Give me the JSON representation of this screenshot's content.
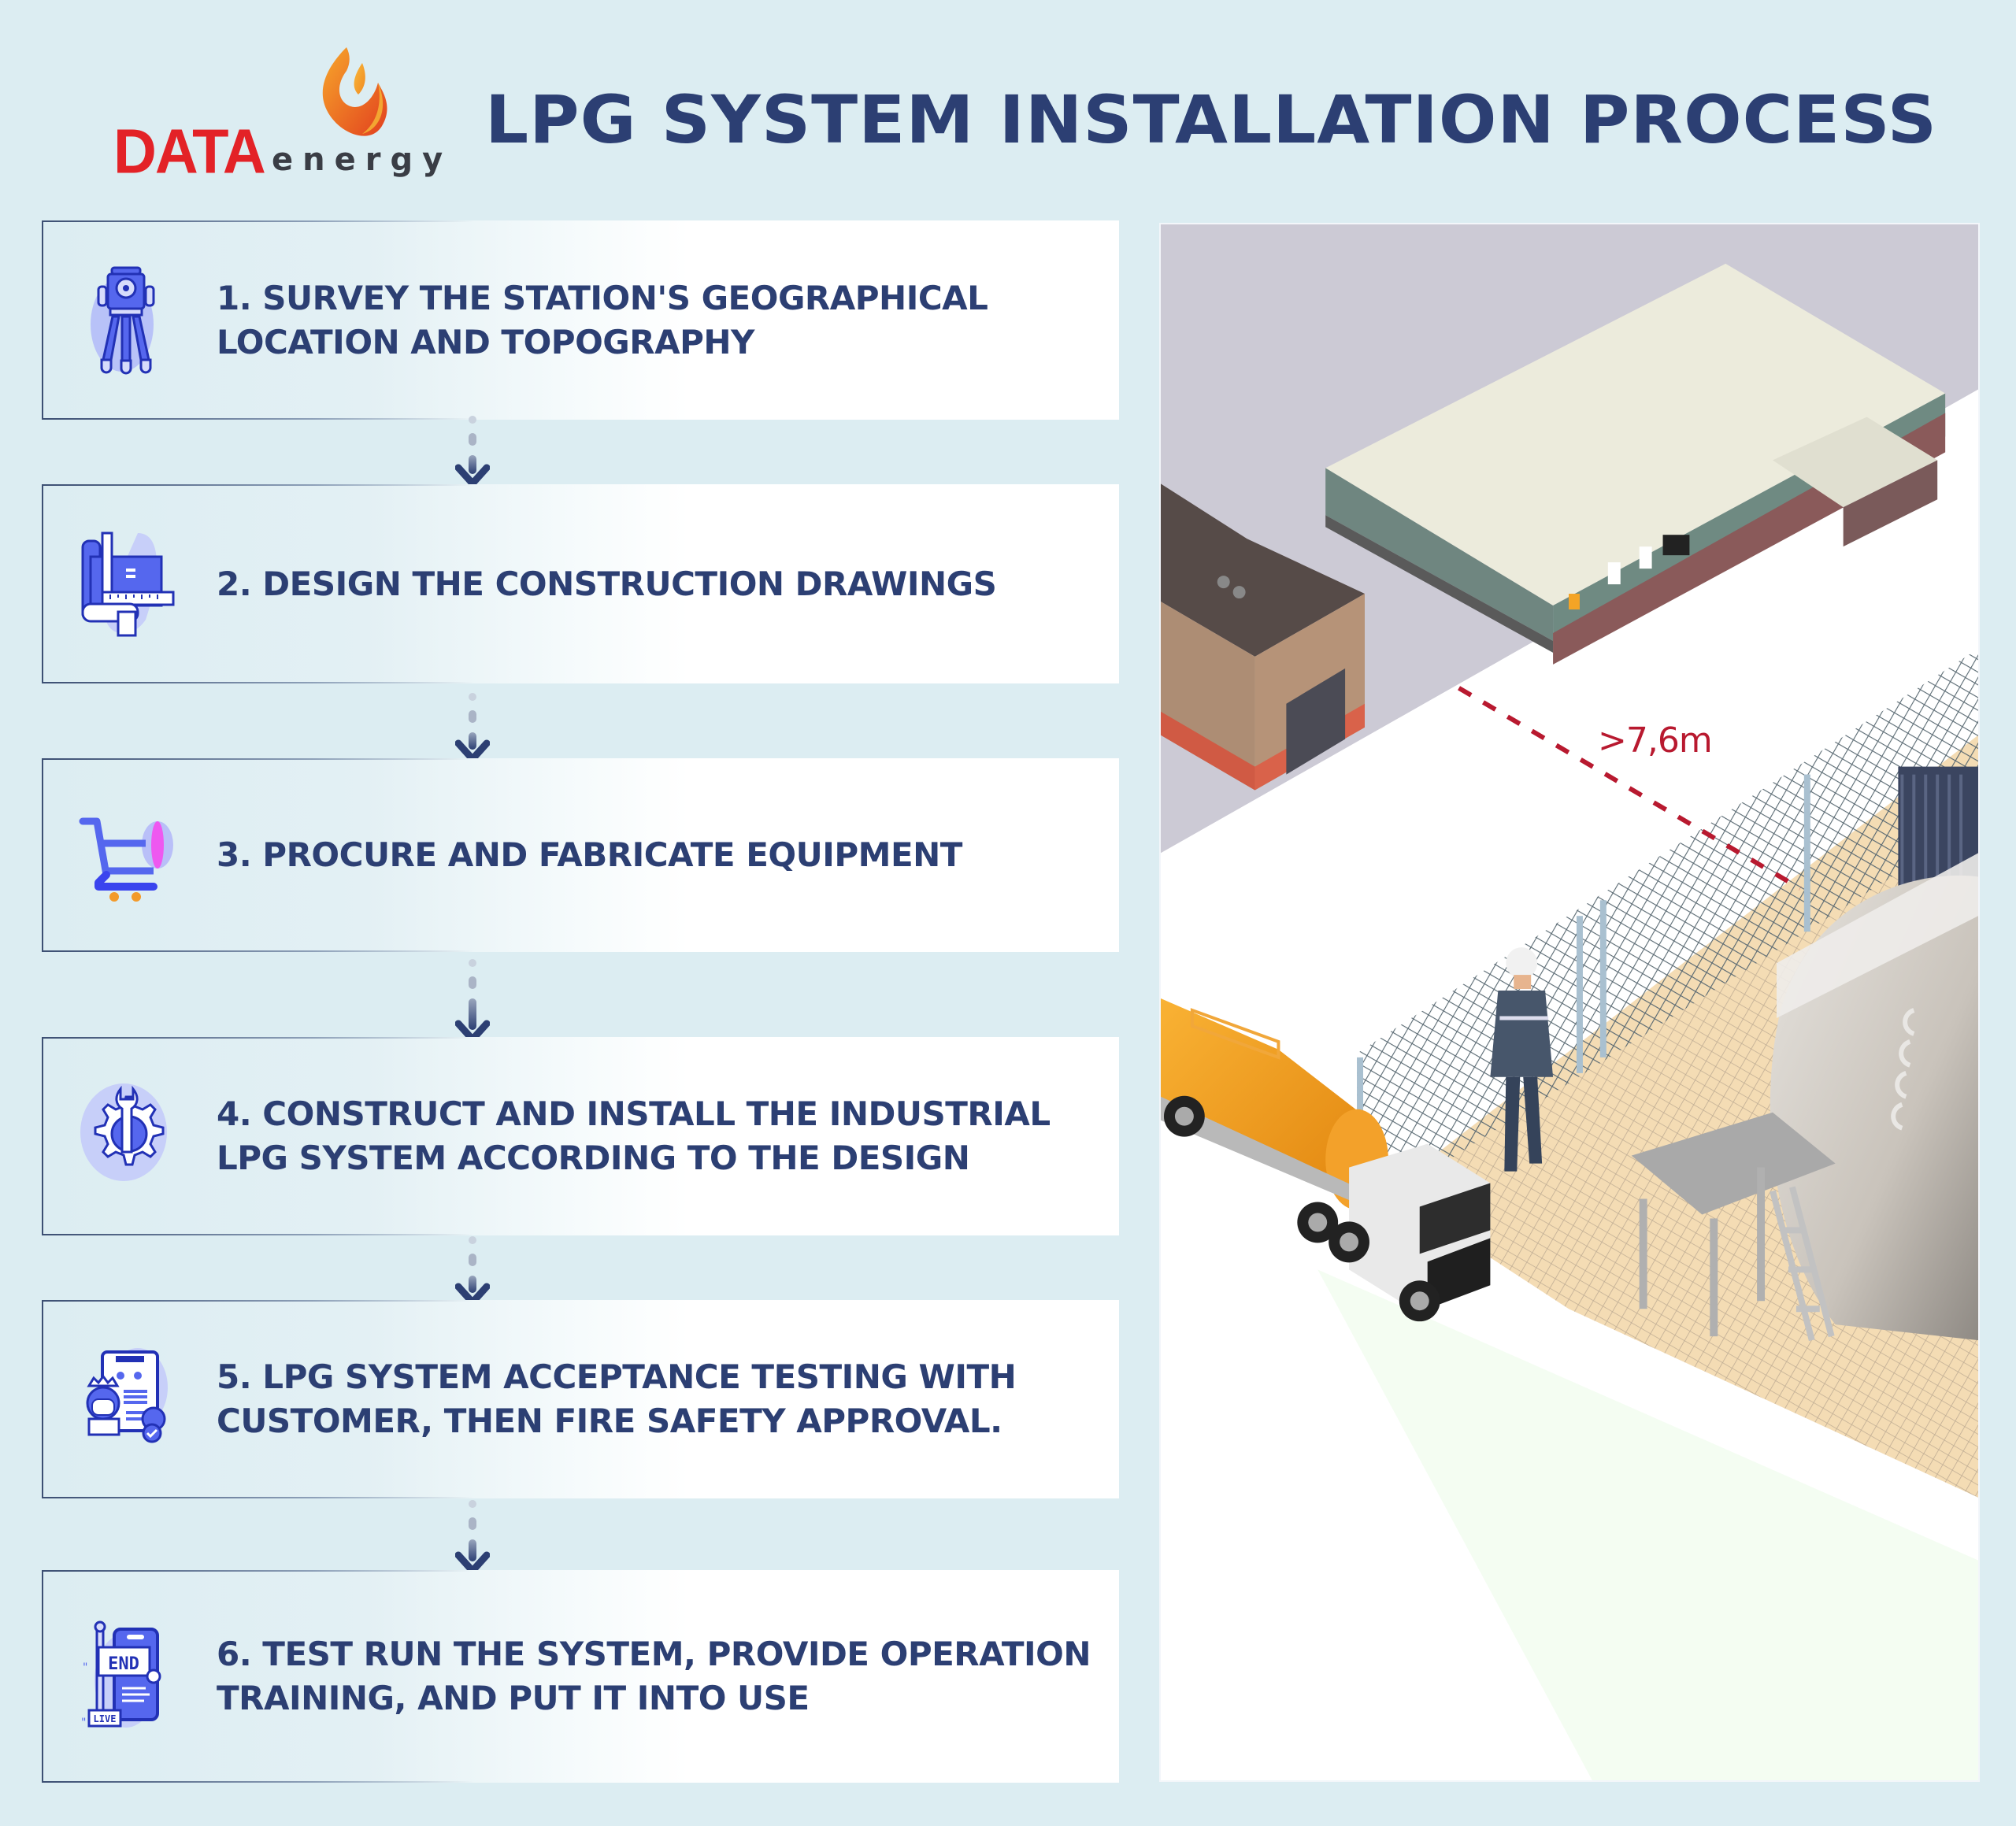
{
  "brand": {
    "logo_main": "DATA",
    "logo_sub": "energy",
    "colors": {
      "logo_red": "#e32227",
      "title_navy": "#2c3f73",
      "icon_blue": "#4f5bf0",
      "background": "#dcedf2"
    }
  },
  "header": {
    "title": "LPG SYSTEM INSTALLATION PROCESS"
  },
  "steps": [
    {
      "number": 1,
      "text": "1. SURVEY THE STATION'S GEOGRAPHICAL LOCATION AND TOPOGRAPHY",
      "icon": "surveying-tripod-icon"
    },
    {
      "number": 2,
      "text": "2. DESIGN THE CONSTRUCTION DRAWINGS",
      "icon": "blueprint-ruler-icon"
    },
    {
      "number": 3,
      "text": "3. PROCURE AND FABRICATE EQUIPMENT",
      "icon": "shopping-cart-icon"
    },
    {
      "number": 4,
      "text": "4. CONSTRUCT AND INSTALL THE INDUSTRIAL LPG SYSTEM ACCORDING TO THE DESIGN",
      "icon": "gear-wrench-icon"
    },
    {
      "number": 5,
      "text": "5. LPG SYSTEM ACCEPTANCE TESTING WITH CUSTOMER, THEN FIRE SAFETY APPROVAL.",
      "icon": "checklist-approval-icon"
    },
    {
      "number": 6,
      "text": "6. TEST RUN THE SYSTEM, PROVIDE OPERATION TRAINING, AND PUT IT INTO USE",
      "icon": "end-live-board-icon"
    }
  ],
  "illustration": {
    "distance_label": ">7,6m",
    "elements": [
      "warehouse",
      "brick-building",
      "chain-link-fence",
      "lpg-storage-tank",
      "worker",
      "lpg-tanker-truck",
      "vaporizer-pipes"
    ]
  }
}
